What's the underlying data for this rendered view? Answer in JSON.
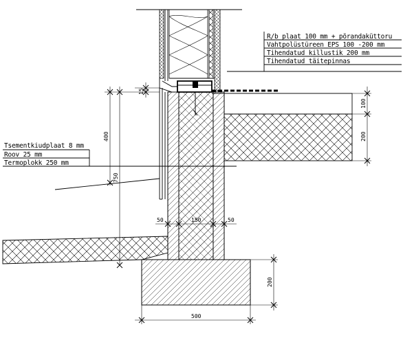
{
  "labels_right": [
    {
      "id": "rb-plaat",
      "text": "R/b plaat 100 mm + põrandaküttoru"
    },
    {
      "id": "vahtpolustireen",
      "text": "Vahtpolüstüreen EPS 100 -200 mm"
    },
    {
      "id": "killustik",
      "text": "Tihendatud killustik 200 mm"
    },
    {
      "id": "taitepinnas",
      "text": "Tihendatud täitepinnas"
    }
  ],
  "labels_left": [
    {
      "id": "tsementkiudplaat",
      "text": "Tsementkiudplaat 8 mm"
    },
    {
      "id": "roov",
      "text": "Roov 25 mm"
    },
    {
      "id": "termoplokk",
      "text": "Termoplokk 250 mm"
    }
  ],
  "dimensions": {
    "d15": "15",
    "d400": "400",
    "d750": "750",
    "d50_left": "50",
    "d150": "150",
    "d50_right": "50",
    "d100": "100",
    "d200_slab": "200",
    "d200_footing": "200",
    "d500": "500"
  }
}
